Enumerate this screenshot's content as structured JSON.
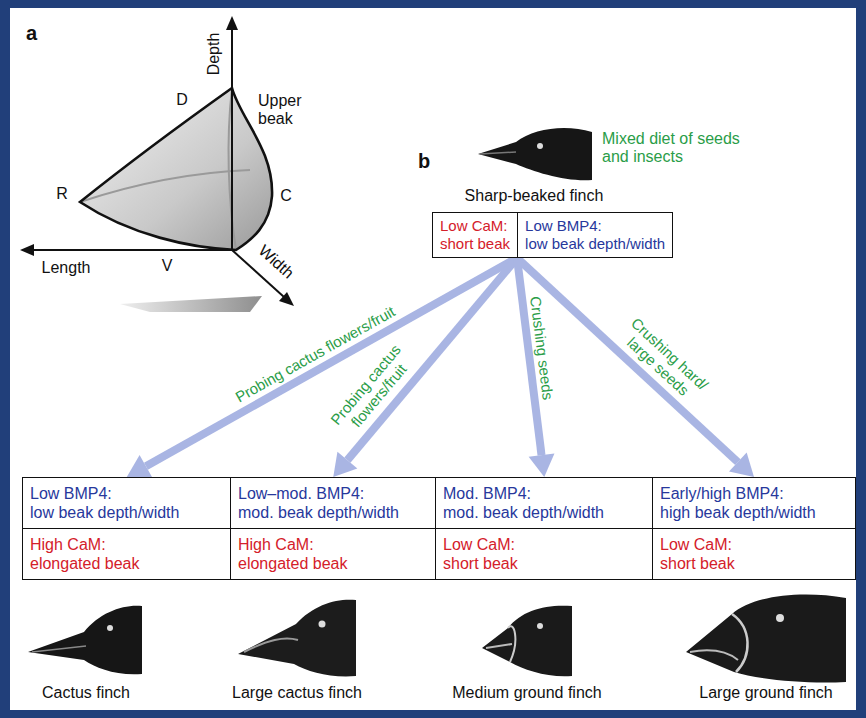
{
  "diagram": {
    "nodes": [
      {
        "text": [
          "Low CaM: short beak",
          "Low BMP4: low beak depth/width"
        ]
      },
      {
        "text": [
          "Low BMP4: low beak depth/width",
          "High CaM: elongated beak"
        ]
      },
      {
        "text": [
          "Low–mod. BMP4: mod. beak depth/width",
          "High CaM: elongated beak"
        ]
      },
      {
        "text": [
          "Mod. BMP4: mod. beak depth/width",
          "Low CaM: short beak"
        ]
      },
      {
        "text": [
          "Early/high BMP4: high beak depth/width",
          "Low CaM: short beak"
        ]
      }
    ],
    "edges": [
      {
        "from": 0,
        "to": 1,
        "arrow": "to",
        "label": "Probing cactus flowers/fruit"
      },
      {
        "from": 0,
        "to": 2,
        "arrow": "to",
        "label": "Probing cactus flowers/fruit"
      },
      {
        "from": 0,
        "to": 3,
        "arrow": "to",
        "label": "Crushing seeds"
      },
      {
        "from": 0,
        "to": 4,
        "arrow": "to",
        "label": "Crushing hard/ large seeds"
      }
    ],
    "labels": [
      "a",
      "Depth",
      "Upper beak",
      "D",
      "R",
      "C",
      "V",
      "Length",
      "Width",
      "b",
      "Mixed diet of seeds and insects",
      "Sharp-beaked finch",
      "Cactus finch",
      "Large cactus finch",
      "Medium ground finch",
      "Large ground finch"
    ]
  }
}
